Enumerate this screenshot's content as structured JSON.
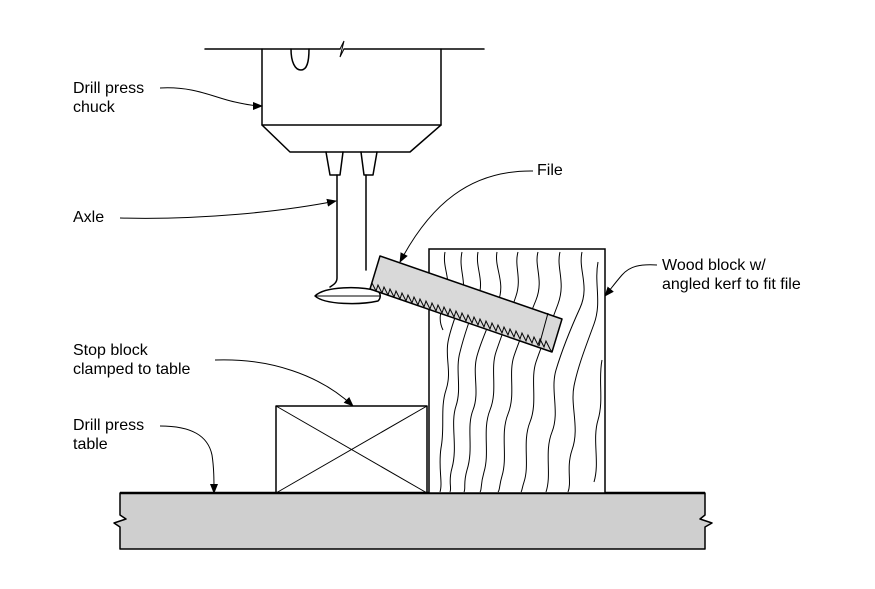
{
  "labels": {
    "chuck_line1": "Drill press",
    "chuck_line2": "chuck",
    "axle": "Axle",
    "file": "File",
    "wood_line1": "Wood block w/",
    "wood_line2": "angled kerf to fit file",
    "stop_line1": "Stop block",
    "stop_line2": "clamped to table",
    "table_line1": "Drill press",
    "table_line2": "table"
  },
  "colors": {
    "ink": "#000000",
    "table_fill": "#cfcfcf",
    "file_fill": "#d9d9d9",
    "background": "#ffffff"
  }
}
